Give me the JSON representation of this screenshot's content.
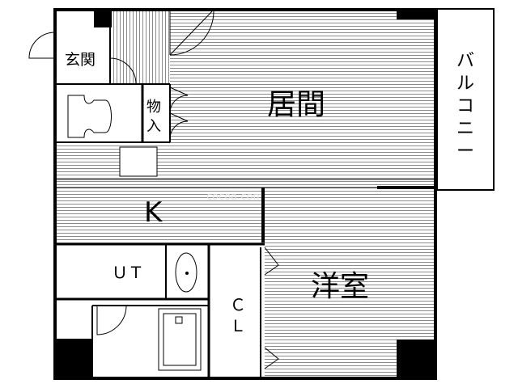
{
  "rooms": {
    "genkan": "玄関",
    "monoire_top": "物",
    "monoire_bottom": "入",
    "living": "居間",
    "kitchen": "K",
    "ut": "ＵＴ",
    "cl_top": "Ｃ",
    "cl_bottom": "Ｌ",
    "western": "洋室",
    "balcony": [
      "バ",
      "ル",
      "コ",
      "ニ",
      "ー"
    ]
  },
  "colors": {
    "wall": "#000000",
    "hatch": "#9a9a9a",
    "background": "#ffffff",
    "watermark": "#e6e6e6"
  },
  "watermark": "cocoa com"
}
